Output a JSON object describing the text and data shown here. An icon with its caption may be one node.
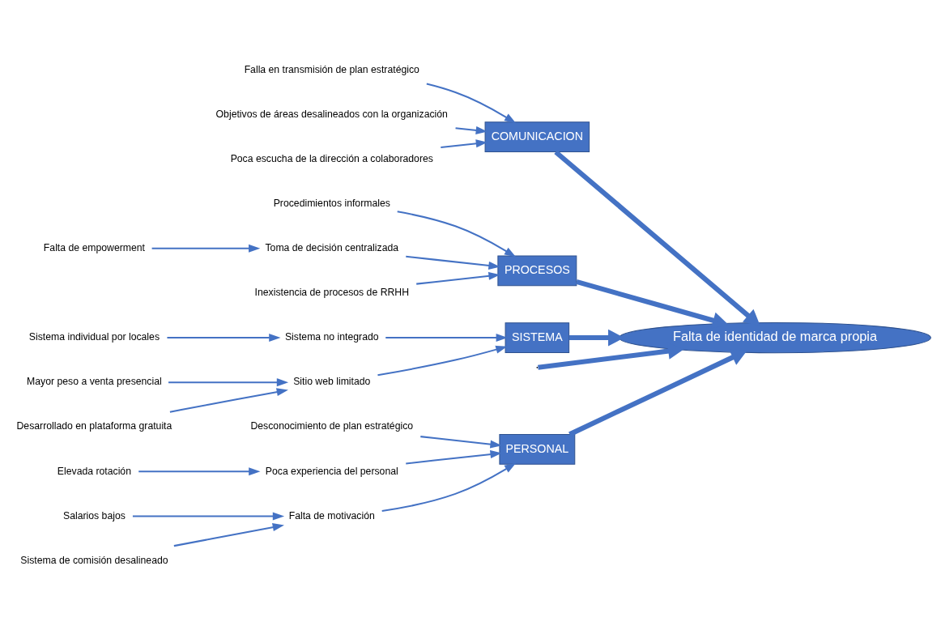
{
  "diagram": {
    "nodes": [
      {
        "text": [
          "PERSONAL"
        ]
      },
      {
        "text": [
          "Desconocimiento de plan estratégico"
        ]
      },
      {
        "text": [
          "Poca experiencia del personal"
        ]
      },
      {
        "text": [
          "Elevada rotación"
        ]
      },
      {
        "text": [
          "Salarios bajos"
        ]
      },
      {
        "text": [
          "Falta de motivación"
        ]
      },
      {
        "text": [
          "Sistema de comisión desalineado"
        ]
      },
      {
        "text": [
          "COMUNICACION"
        ]
      },
      {
        "text": [
          "Falla en transmisión de plan estratégico"
        ]
      },
      {
        "text": [
          "Objetivos de áreas desalineados con la organización"
        ]
      },
      {
        "text": [
          "Poca escucha de la dirección a colaboradores"
        ]
      },
      {
        "text": [
          "Falta de identidad de marca propia"
        ]
      },
      {
        "text": [
          "Procedimientos informales"
        ]
      },
      {
        "text": [
          "Falta de empowerment"
        ]
      },
      {
        "text": [
          "Toma de decisión centralizada"
        ]
      },
      {
        "text": [
          "Inexistencia de procesos de RRHH"
        ]
      },
      {
        "text": [
          "Sistema no integrado"
        ]
      },
      {
        "text": [
          "Sistema individual por locales"
        ]
      },
      {
        "text": [
          "Mayor peso a venta presencial"
        ]
      },
      {
        "text": [
          "Sitio web limitado"
        ]
      },
      {
        "text": [
          "Desarrollado en plataforma gratuita"
        ]
      },
      {
        "text": [
          "PROCESOS"
        ]
      },
      {
        "text": [
          "SISTEMA"
        ]
      }
    ],
    "edges": [
      {
        "from": 1,
        "to": 0,
        "arrow": "to"
      },
      {
        "from": 2,
        "to": 0,
        "arrow": "to"
      },
      {
        "from": 3,
        "to": 2,
        "arrow": "to"
      },
      {
        "from": 4,
        "to": 5,
        "arrow": "to"
      },
      {
        "from": 6,
        "to": 5,
        "arrow": "to"
      },
      {
        "from": 5,
        "to": 0,
        "arrow": "to"
      },
      {
        "from": 0,
        "to": 11,
        "arrow": "to",
        "style": "thick"
      },
      {
        "from": 8,
        "to": 7,
        "arrow": "to"
      },
      {
        "from": 9,
        "to": 7,
        "arrow": "to"
      },
      {
        "from": 10,
        "to": 7,
        "arrow": "to"
      },
      {
        "from": 7,
        "to": 11,
        "arrow": "to",
        "style": "thick"
      },
      {
        "from": 12,
        "to": 21,
        "arrow": "to"
      },
      {
        "from": 13,
        "to": 14,
        "arrow": "to"
      },
      {
        "from": 14,
        "to": 21,
        "arrow": "to"
      },
      {
        "from": 15,
        "to": 21,
        "arrow": "to"
      },
      {
        "from": 21,
        "to": 11,
        "arrow": "to",
        "style": "thick"
      },
      {
        "from": 16,
        "to": 22,
        "arrow": "to"
      },
      {
        "from": 17,
        "to": 16,
        "arrow": "to"
      },
      {
        "from": 18,
        "to": 19,
        "arrow": "to"
      },
      {
        "from": 20,
        "to": 19,
        "arrow": "to"
      },
      {
        "from": 19,
        "to": 22,
        "arrow": "to"
      },
      {
        "from": 22,
        "to": 11,
        "arrow": "to",
        "style": "thick"
      },
      {
        "from": null,
        "to": 11,
        "arrow": "to",
        "style": "thick"
      }
    ]
  }
}
